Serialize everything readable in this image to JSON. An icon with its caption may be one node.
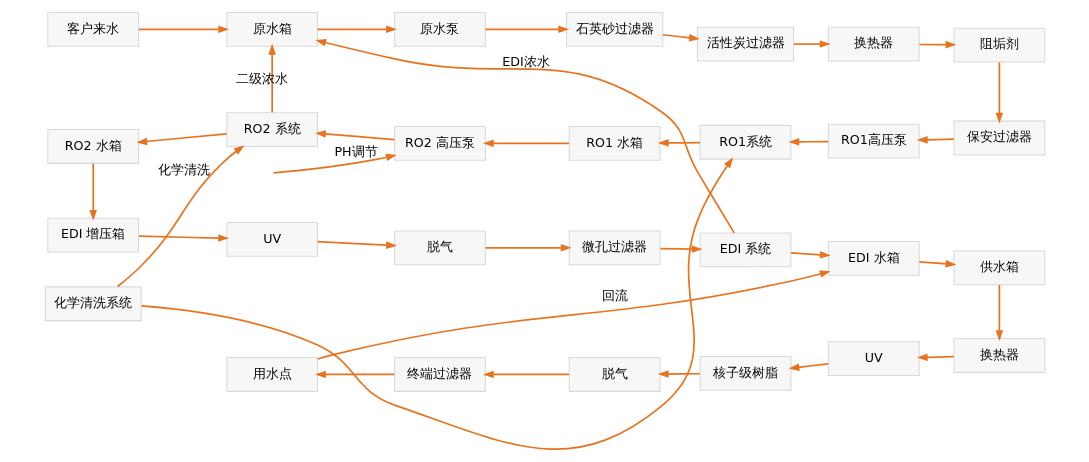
{
  "diagram": {
    "nodes": [
      {
        "text": [
          "客户来水"
        ]
      },
      {
        "text": [
          "原水箱"
        ]
      },
      {
        "text": [
          "原水泵"
        ]
      },
      {
        "text": [
          "石英砂过滤器"
        ]
      },
      {
        "text": [
          "活性炭过滤器"
        ]
      },
      {
        "text": [
          "换热器"
        ]
      },
      {
        "text": [
          "阻垢剂"
        ]
      },
      {
        "text": [
          "RO2 水箱"
        ]
      },
      {
        "text": [
          "RO2 系统"
        ]
      },
      {
        "text": [
          "RO2 高压泵"
        ]
      },
      {
        "text": [
          "RO1 水箱"
        ]
      },
      {
        "text": [
          "RO1系统"
        ]
      },
      {
        "text": [
          "RO1高压泵"
        ]
      },
      {
        "text": [
          "保安过滤器"
        ]
      },
      {
        "text": [
          "EDI 增压箱"
        ]
      },
      {
        "text": [
          "UV"
        ]
      },
      {
        "text": [
          "脱气"
        ]
      },
      {
        "text": [
          "微孔过滤器"
        ]
      },
      {
        "text": [
          "EDI 系统"
        ]
      },
      {
        "text": [
          "EDI 水箱"
        ]
      },
      {
        "text": [
          "供水箱"
        ]
      },
      {
        "text": [
          "用水点"
        ]
      },
      {
        "text": [
          "终端过滤器"
        ]
      },
      {
        "text": [
          "脱气"
        ]
      },
      {
        "text": [
          "核子级树脂"
        ]
      },
      {
        "text": [
          "UV"
        ]
      },
      {
        "text": [
          "换热器"
        ]
      },
      {
        "text": [
          "化学清洗系统"
        ]
      }
    ],
    "edges": [
      {
        "from": 0,
        "to": 1,
        "arrow": "to"
      },
      {
        "from": 1,
        "to": 2,
        "arrow": "to"
      },
      {
        "from": 2,
        "to": 3,
        "arrow": "to"
      },
      {
        "from": 3,
        "to": 4,
        "arrow": "to"
      },
      {
        "from": 4,
        "to": 5,
        "arrow": "to"
      },
      {
        "from": 5,
        "to": 6,
        "arrow": "to"
      },
      {
        "from": 6,
        "to": 13,
        "arrow": "to"
      },
      {
        "from": 13,
        "to": 12,
        "arrow": "to"
      },
      {
        "from": 12,
        "to": 11,
        "arrow": "to"
      },
      {
        "from": 11,
        "to": 10,
        "arrow": "to"
      },
      {
        "from": 10,
        "to": 9,
        "arrow": "to"
      },
      {
        "from": 9,
        "to": 8,
        "arrow": "to"
      },
      {
        "from": 8,
        "to": 7,
        "arrow": "to"
      },
      {
        "from": 7,
        "to": 14,
        "arrow": "to"
      },
      {
        "from": 14,
        "to": 15,
        "arrow": "to"
      },
      {
        "from": 15,
        "to": 16,
        "arrow": "to"
      },
      {
        "from": 16,
        "to": 17,
        "arrow": "to"
      },
      {
        "from": 17,
        "to": 18,
        "arrow": "to"
      },
      {
        "from": 18,
        "to": 19,
        "arrow": "to"
      },
      {
        "from": 19,
        "to": 20,
        "arrow": "to"
      },
      {
        "from": 20,
        "to": 26,
        "arrow": "to"
      },
      {
        "from": 26,
        "to": 25,
        "arrow": "to"
      },
      {
        "from": 25,
        "to": 24,
        "arrow": "to"
      },
      {
        "from": 24,
        "to": 23,
        "arrow": "to"
      },
      {
        "from": 23,
        "to": 22,
        "arrow": "to"
      },
      {
        "from": 22,
        "to": 21,
        "arrow": "to"
      },
      {
        "from": 8,
        "to": 1,
        "arrow": "to",
        "label": "二级浓水"
      },
      {
        "from": null,
        "to": 9,
        "arrow": "to",
        "label": "PH调节"
      },
      {
        "from": 18,
        "to": 1,
        "arrow": "to",
        "label": "EDI浓水"
      },
      {
        "from": 27,
        "to": 8,
        "arrow": "to",
        "label": "化学清洗"
      },
      {
        "from": 27,
        "to": 11,
        "arrow": "to"
      },
      {
        "from": 21,
        "to": 19,
        "arrow": "to",
        "label": "回流"
      }
    ]
  }
}
